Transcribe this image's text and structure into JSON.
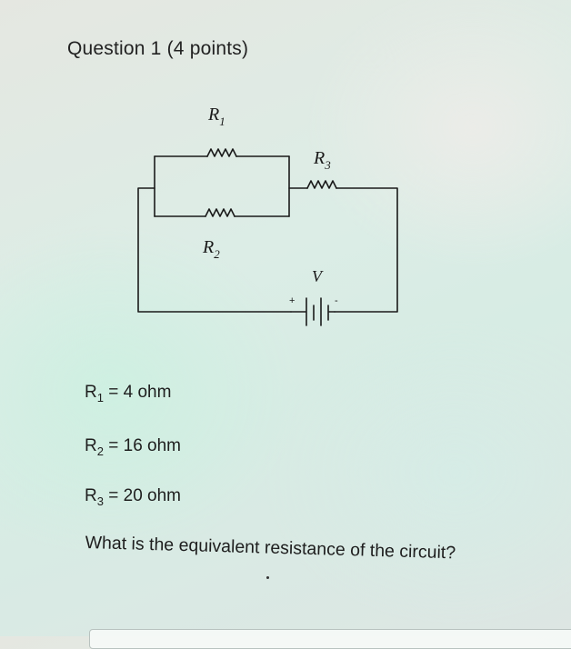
{
  "question": {
    "title": "Question 1 (4 points)",
    "prompt": "What is the equivalent resistance of the circuit?"
  },
  "circuit": {
    "labels": {
      "r1": "R",
      "r1_sub": "1",
      "r2": "R",
      "r2_sub": "2",
      "r3": "R",
      "r3_sub": "3",
      "v": "V",
      "plus": "+",
      "minus": "-"
    }
  },
  "given": [
    {
      "name": "R",
      "sub": "1",
      "value": " = 4 ohm"
    },
    {
      "name": "R",
      "sub": "2",
      "value": " = 16 ohm"
    },
    {
      "name": "R",
      "sub": "3",
      "value": " = 20 ohm"
    }
  ],
  "answer": {
    "placeholder": ""
  }
}
